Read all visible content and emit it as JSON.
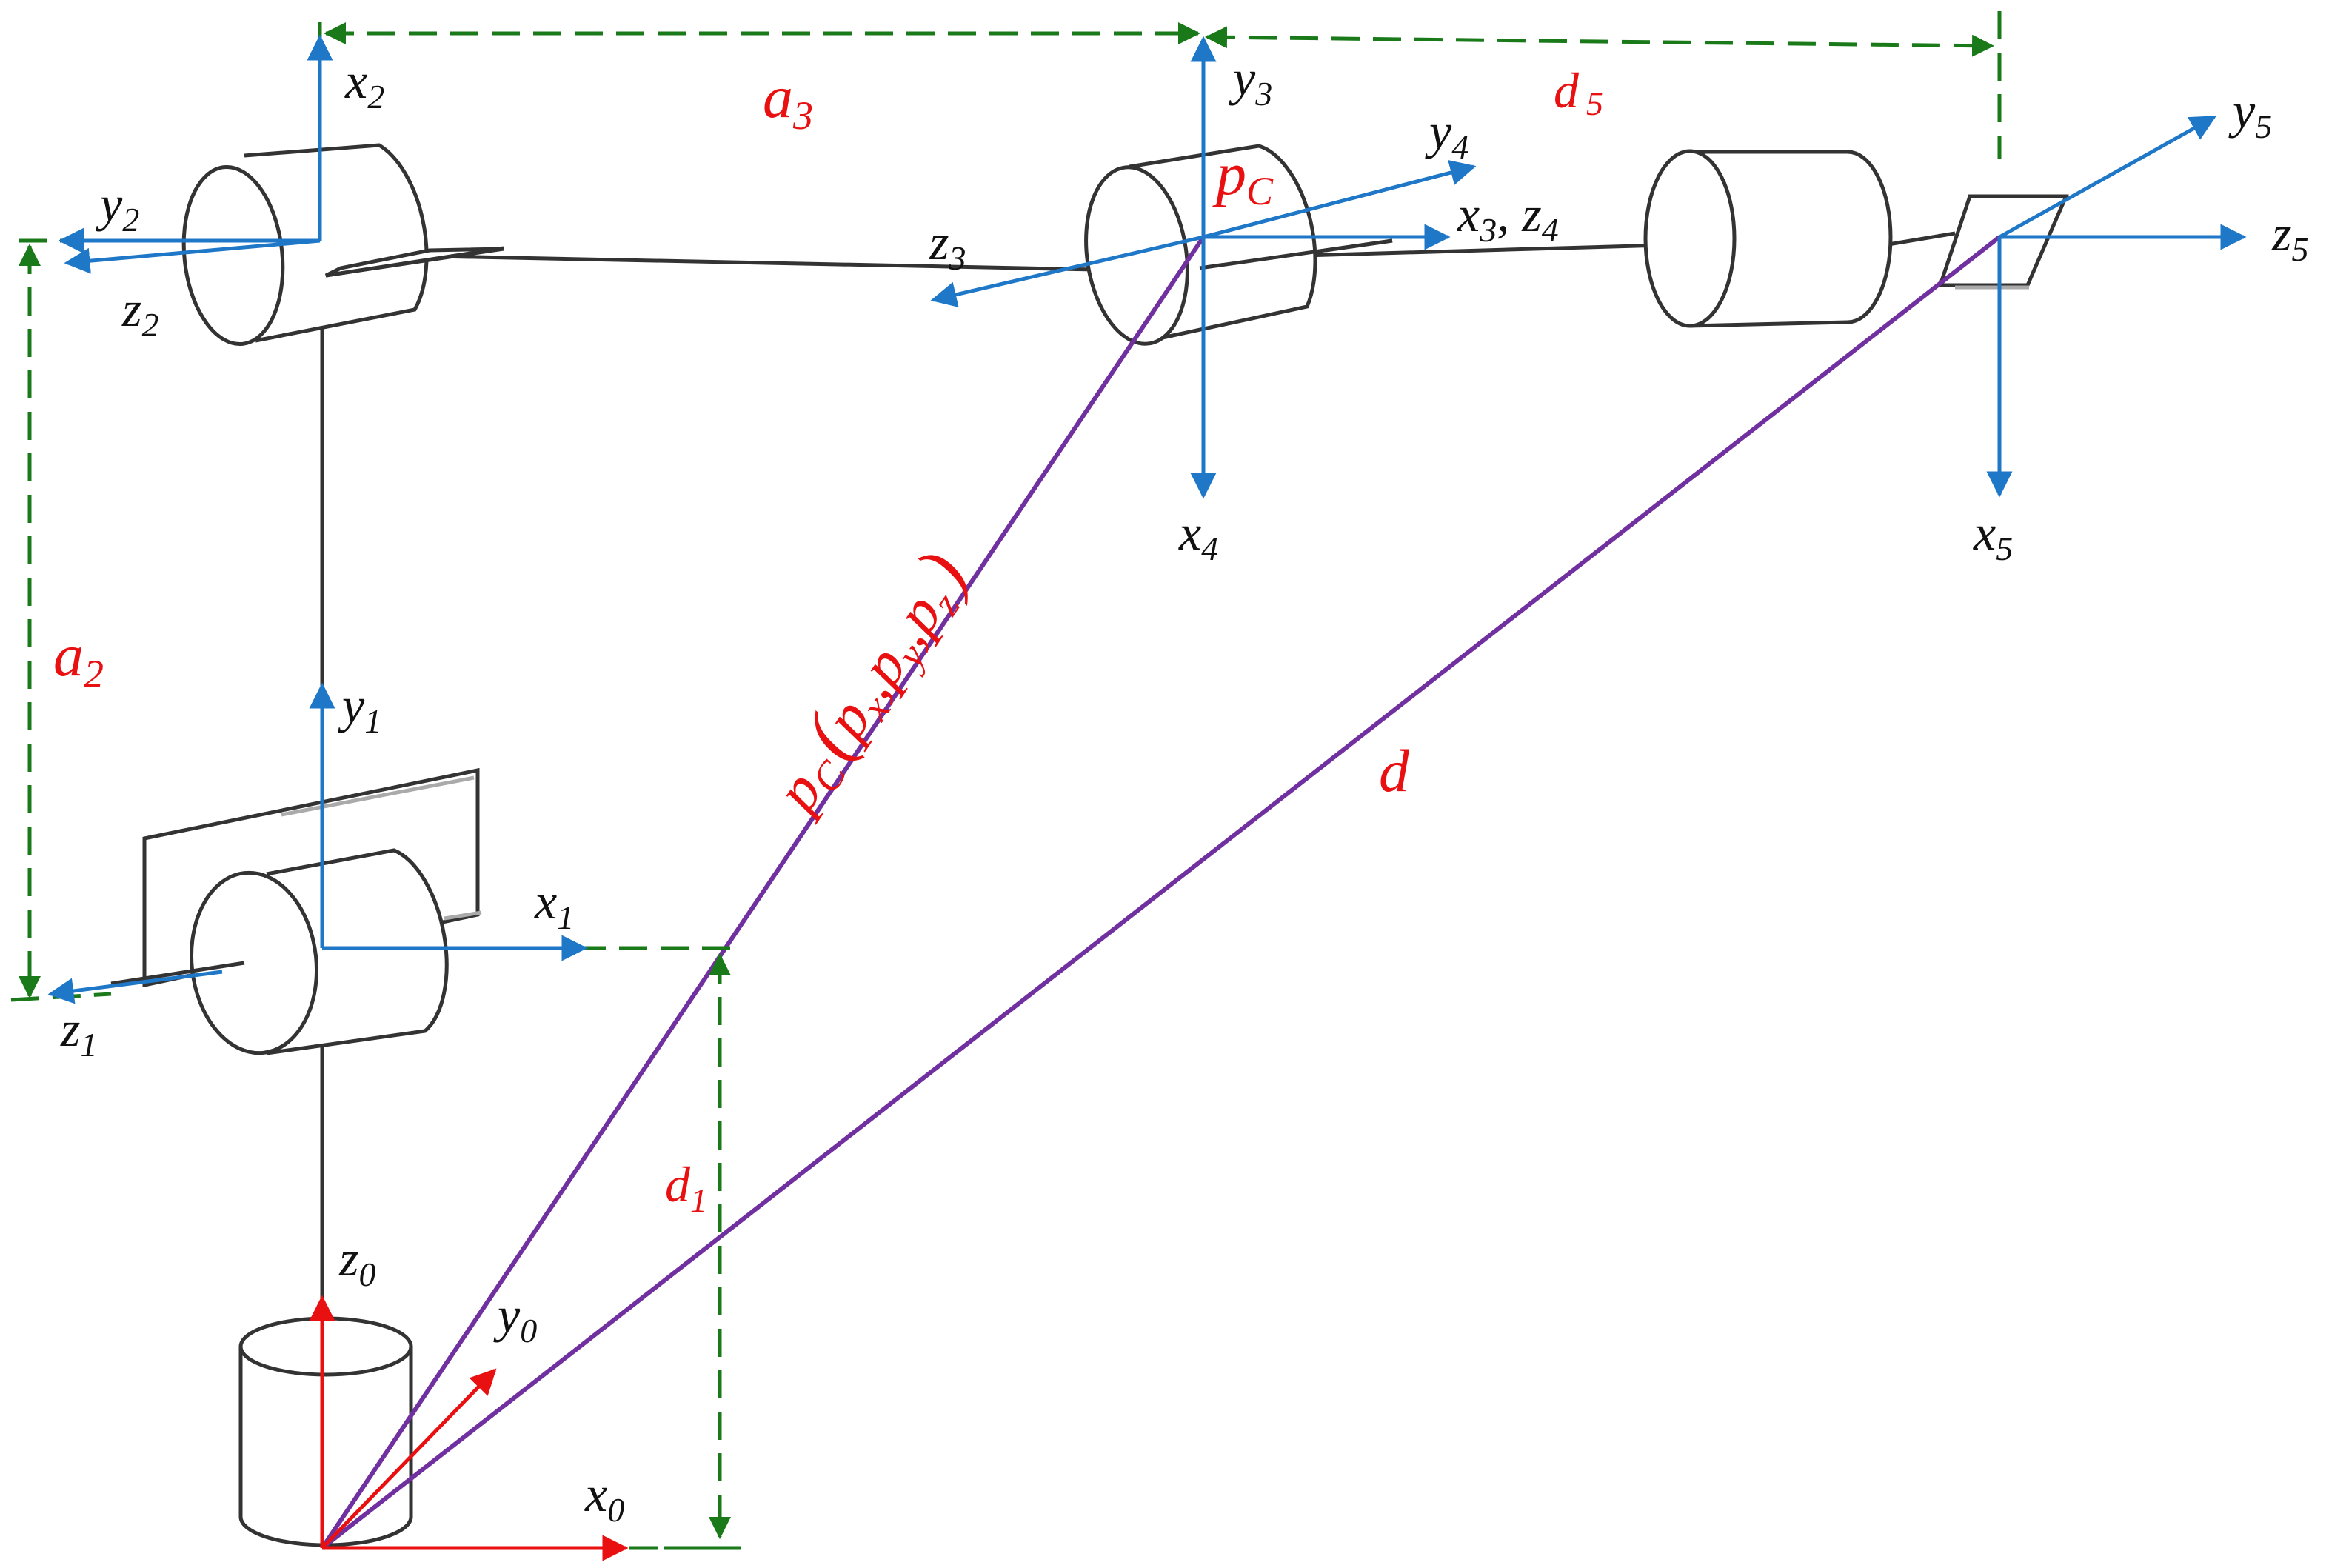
{
  "colors": {
    "frame_axis": "#1f77c8",
    "base_axis": "#e81010",
    "dimension": "#1a7a1a",
    "link_vector": "#7030a0",
    "structure": "#333333",
    "label_black": "#111111",
    "label_red": "#e81010"
  },
  "frames": {
    "x0": {
      "base": "x",
      "sub": "0"
    },
    "y0": {
      "base": "y",
      "sub": "0"
    },
    "z0": {
      "base": "z",
      "sub": "0"
    },
    "x1": {
      "base": "x",
      "sub": "1"
    },
    "y1": {
      "base": "y",
      "sub": "1"
    },
    "z1": {
      "base": "z",
      "sub": "1"
    },
    "x2": {
      "base": "x",
      "sub": "2"
    },
    "y2": {
      "base": "y",
      "sub": "2"
    },
    "z2": {
      "base": "z",
      "sub": "2"
    },
    "y3": {
      "base": "y",
      "sub": "3"
    },
    "z3": {
      "base": "z",
      "sub": "3"
    },
    "x3z4": {
      "base1": "x",
      "sub1": "3",
      "sep": ", ",
      "base2": "z",
      "sub2": "4"
    },
    "x4": {
      "base": "x",
      "sub": "4"
    },
    "y4": {
      "base": "y",
      "sub": "4"
    },
    "x5": {
      "base": "x",
      "sub": "5"
    },
    "y5": {
      "base": "y",
      "sub": "5"
    },
    "z5": {
      "base": "z",
      "sub": "5"
    }
  },
  "dimensions": {
    "a2": {
      "base": "a",
      "sub": "2"
    },
    "a3": {
      "base": "a",
      "sub": "3"
    },
    "d1": {
      "base": "d",
      "sub": "1"
    },
    "d5": {
      "base": "d",
      "sub": "5"
    }
  },
  "points": {
    "pc": {
      "base": "p",
      "sub": "C"
    }
  },
  "vectors": {
    "d": "d",
    "pc_coords": {
      "p": "p",
      "C": "C",
      "open": "(",
      "px": "p",
      "x": "x",
      "c1": ",",
      "py": "p",
      "y": "y",
      "c2": ",",
      "pz": "p",
      "z": "z",
      "close": ")"
    }
  }
}
